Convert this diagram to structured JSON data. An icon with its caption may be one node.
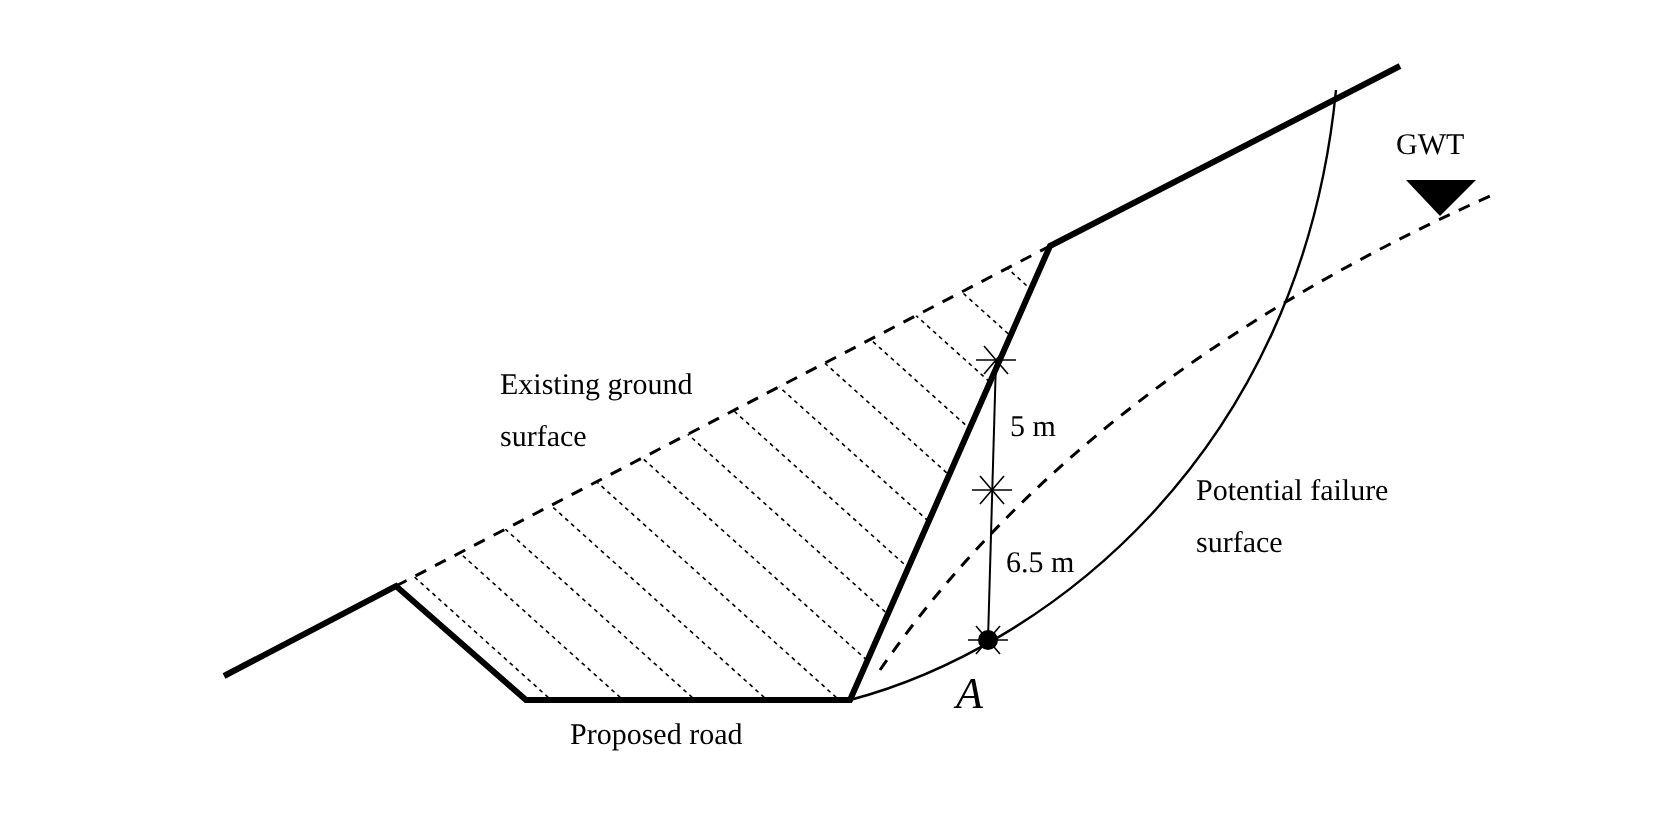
{
  "diagram": {
    "labels": [
      "GWT",
      "Existing ground surface",
      "5 m",
      "Potential failure surface",
      "6.5 m",
      "A",
      "Proposed road"
    ]
  }
}
